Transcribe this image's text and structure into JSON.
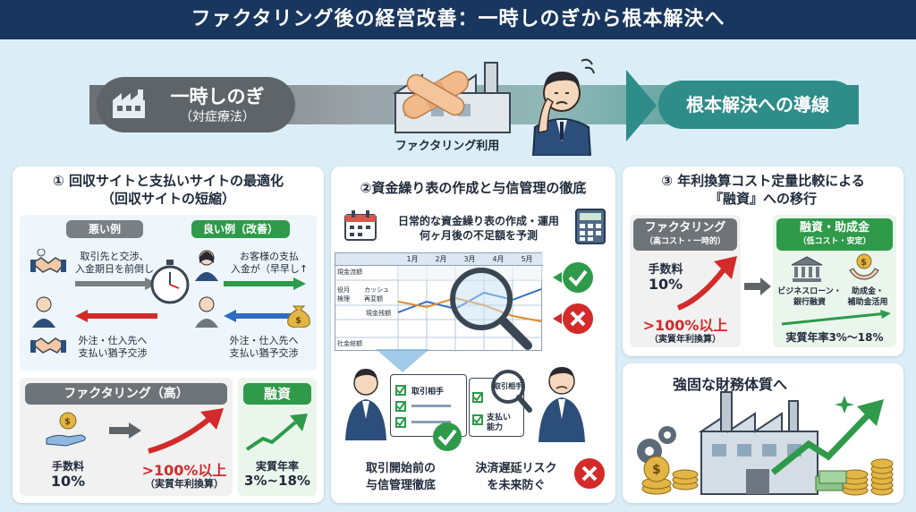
{
  "title": "ファクタリング後の経営改善：一時しのぎから根本解決へ",
  "top": {
    "left_main": "一時しのぎ",
    "left_sub": "（対症療法）",
    "center_label": "ファクタリング利用",
    "right": "根本解決への導線"
  },
  "p1": {
    "num": "①",
    "title1": "回収サイトと支払いサイトの最適化",
    "title2": "（回収サイトの短縮）",
    "bad_label": "悪い例",
    "good_label": "良い例（改善）",
    "bad1_line1": "取引先と交渉、",
    "bad1_line2": "入金期日を前倒し",
    "good1_line1": "お客様の支払",
    "good1_line2": "入金が（早早し↑",
    "bad2_line1": "外注・仕入先へ",
    "bad2_line2": "支払い猶予交渉",
    "good2_line1": "外注・仕入先へ",
    "good2_line2": "支払い猶予交渉",
    "fact_label": "ファクタリング（高）",
    "fact_fee_label": "手数料",
    "fact_fee": "10%",
    "fact_rate": ">100%以上",
    "fact_rate_note": "（実質年利換算）",
    "loan_label": "融資",
    "loan_rate_label": "実質年率",
    "loan_rate": "3%~18%"
  },
  "p2": {
    "num": "②",
    "title": "資金繰り表の作成と与信管理の徹底",
    "desc1": "日常的な資金繰り表の作成・運用",
    "desc2": "何ヶ月後の不足額を予測",
    "months": [
      "1月",
      "2月",
      "3月",
      "4月",
      "5月"
    ],
    "row_labels": [
      "現金流額",
      "役月\n検理",
      "カッシュ\n再変額",
      "現金残額",
      "社金総額"
    ],
    "check_item1": "取引相手",
    "check_item2": "取引相手",
    "check_item3": "支払い\n能力",
    "bottom_left1": "取引開始前の",
    "bottom_left2": "与信管理徹底",
    "bottom_right1": "決済遅延リスク",
    "bottom_right2": "を未来防ぐ"
  },
  "p3": {
    "num": "③",
    "title1": "年利換算コスト定量比較による",
    "title2": "『融資』への移行",
    "fact_label": "ファクタリング",
    "fact_sub": "（高コスト・一時的）",
    "fact_fee_label": "手数料",
    "fact_fee": "10%",
    "fact_rate": ">100%以上",
    "fact_rate_note": "（実質年利換算）",
    "loan_label": "融資・助成金",
    "loan_sub": "（低コスト・安定）",
    "item1_line1": "ビジネスローン・",
    "item1_line2": "銀行融資",
    "item2_line1": "助成金・",
    "item2_line2": "補助金活用",
    "loan_rate": "実質年率3%～18%"
  },
  "p4": {
    "title": "強固な財務体質へ"
  },
  "colors": {
    "navy": "#18365e",
    "teal": "#2e8c89",
    "gray": "#5f6468",
    "green": "#2e9a4a",
    "red": "#d32a2a"
  }
}
